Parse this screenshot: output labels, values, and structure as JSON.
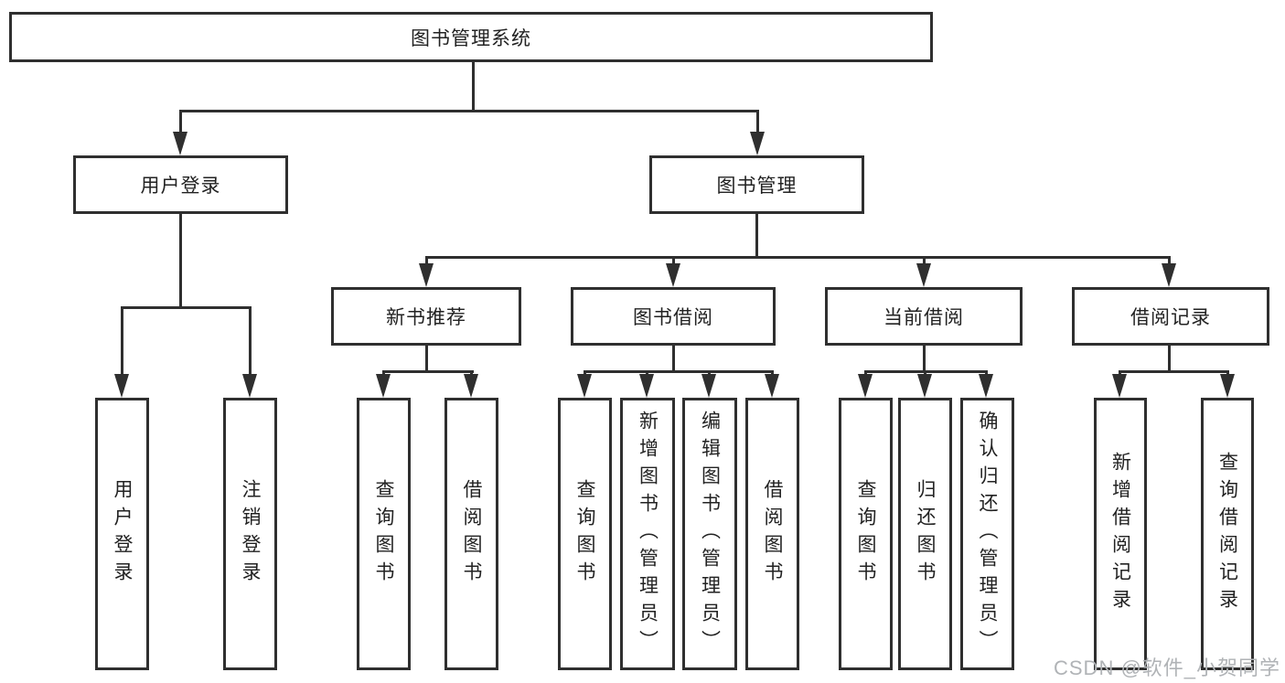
{
  "colors": {
    "line": "#2f2f2f",
    "box_background": "#ffffff",
    "text": "#222222",
    "watermark": "#b0b3b6"
  },
  "diagram": {
    "root": "图书管理系统",
    "level2": {
      "user_login": "用户登录",
      "book_mgmt": "图书管理"
    },
    "level3": {
      "new_books": "新书推荐",
      "book_borrow": "图书借阅",
      "current_borrow": "当前借阅",
      "borrow_records": "借阅记录"
    },
    "leaves": {
      "login": "用户登录",
      "logout": "注销登录",
      "nb_query": "查询图书",
      "nb_borrow": "借阅图书",
      "bw_query": "查询图书",
      "bw_add": "新增图书（管理员）",
      "bw_edit": "编辑图书（管理员）",
      "bw_borrow": "借阅图书",
      "cur_query": "查询图书",
      "cur_return": "归还图书",
      "cur_confirm": "确认归还（管理员）",
      "rec_add": "新增借阅记录",
      "rec_query": "查询借阅记录"
    }
  },
  "watermark": "CSDN @软件_小贺同学"
}
